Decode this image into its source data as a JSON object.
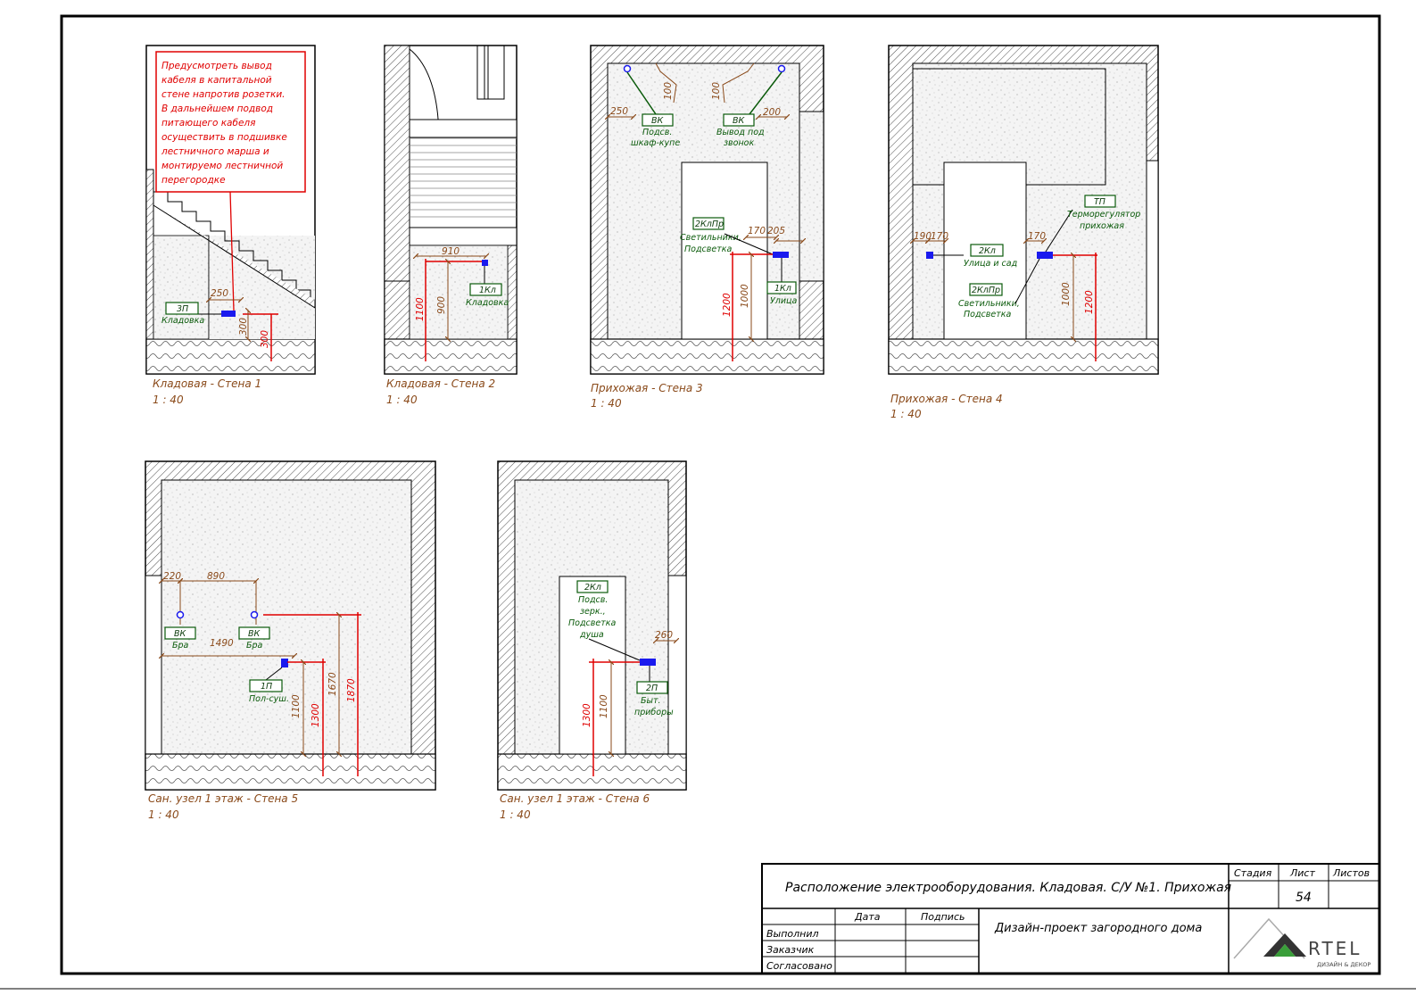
{
  "views": [
    {
      "caption": "Кладовая - Стена 1",
      "scale": "1 : 40"
    },
    {
      "caption": "Кладовая - Стена 2",
      "scale": "1 : 40"
    },
    {
      "caption": "Прихожая - Стена 3",
      "scale": "1 : 40"
    },
    {
      "caption": "Прихожая - Стена 4",
      "scale": "1 : 40"
    },
    {
      "caption": "Сан. узел 1 этаж - Стена 5",
      "scale": "1 : 40"
    },
    {
      "caption": "Сан. узел 1 этаж - Стена 6",
      "scale": "1 : 40"
    }
  ],
  "wall1": {
    "note": [
      "Предусмотреть вывод",
      "кабеля в капитальной",
      "стене напротив розетки.",
      "В дальнейшем подвод",
      "питающего кабеля",
      "осуществить в подшивке",
      "лестничного марша и",
      "монтируемо лестничной",
      "перегородке"
    ],
    "code": "3П",
    "label": "Кладовка",
    "d1": "250",
    "d2": "300",
    "d3": "300"
  },
  "wall2": {
    "d1": "910",
    "d2": "1100",
    "d3": "900",
    "code": "1Кл",
    "label": "Кладовка"
  },
  "wall3": {
    "d1": "250",
    "d2": "100",
    "d3": "100",
    "d4": "200",
    "d5": "170",
    "d6": "205",
    "d7": "1200",
    "d8": "1000",
    "code1": "ВК",
    "label1a": "Подсв.",
    "label1b": "шкаф-купе",
    "code2": "ВК",
    "label2a": "Вывод под",
    "label2b": "звонок",
    "code3": "2КлПр",
    "label3a": "Светильники,",
    "label3b": "Подсветка",
    "code4": "1Кл",
    "label4": "Улица"
  },
  "wall4": {
    "d1": "190",
    "d2": "170",
    "d3": "170",
    "d4": "1000",
    "d5": "1200",
    "code1": "2Кл",
    "label1": "Улица и сад",
    "code2": "2КлПр",
    "label2a": "Светильники,",
    "label2b": "Подсветка",
    "code3": "ТП",
    "label3a": "Терморегулятор",
    "label3b": "прихожая"
  },
  "wall5": {
    "d1": "220",
    "d2": "890",
    "d3": "1490",
    "d4": "1100",
    "d5": "1300",
    "d6": "1670",
    "d7": "1870",
    "code1": "ВК",
    "label1": "Бра",
    "code2": "ВК",
    "label2": "Бра",
    "code3": "1П",
    "label3": "Пол-суш."
  },
  "wall6": {
    "code1": "2Кл",
    "label1a": "Подсв.",
    "label1b": "зерк.,",
    "label1c": "Подсветка",
    "label1d": "душа",
    "d1": "260",
    "d2": "1300",
    "d3": "1100",
    "code2": "2П",
    "label2a": "Быт.",
    "label2b": "приборы"
  },
  "titleblock": {
    "title": "Расположение электрооборудования. Кладовая. С/У №1. Прихожая",
    "stage": "Стадия",
    "sheet": "Лист",
    "sheets": "Листов",
    "sheet_no": "54",
    "date": "Дата",
    "signature": "Подпись",
    "row1": "Выполнил",
    "row2": "Заказчик",
    "row3": "Согласовано",
    "project": "Дизайн-проект загородного дома",
    "logo_main": "RTEL",
    "logo_sub": "ДИЗАЙН & ДЕКОР"
  },
  "colors": {
    "dim": "#8a4a1a",
    "red": "#e00000",
    "green": "#0a5a0a",
    "blue": "#1a1aee"
  }
}
